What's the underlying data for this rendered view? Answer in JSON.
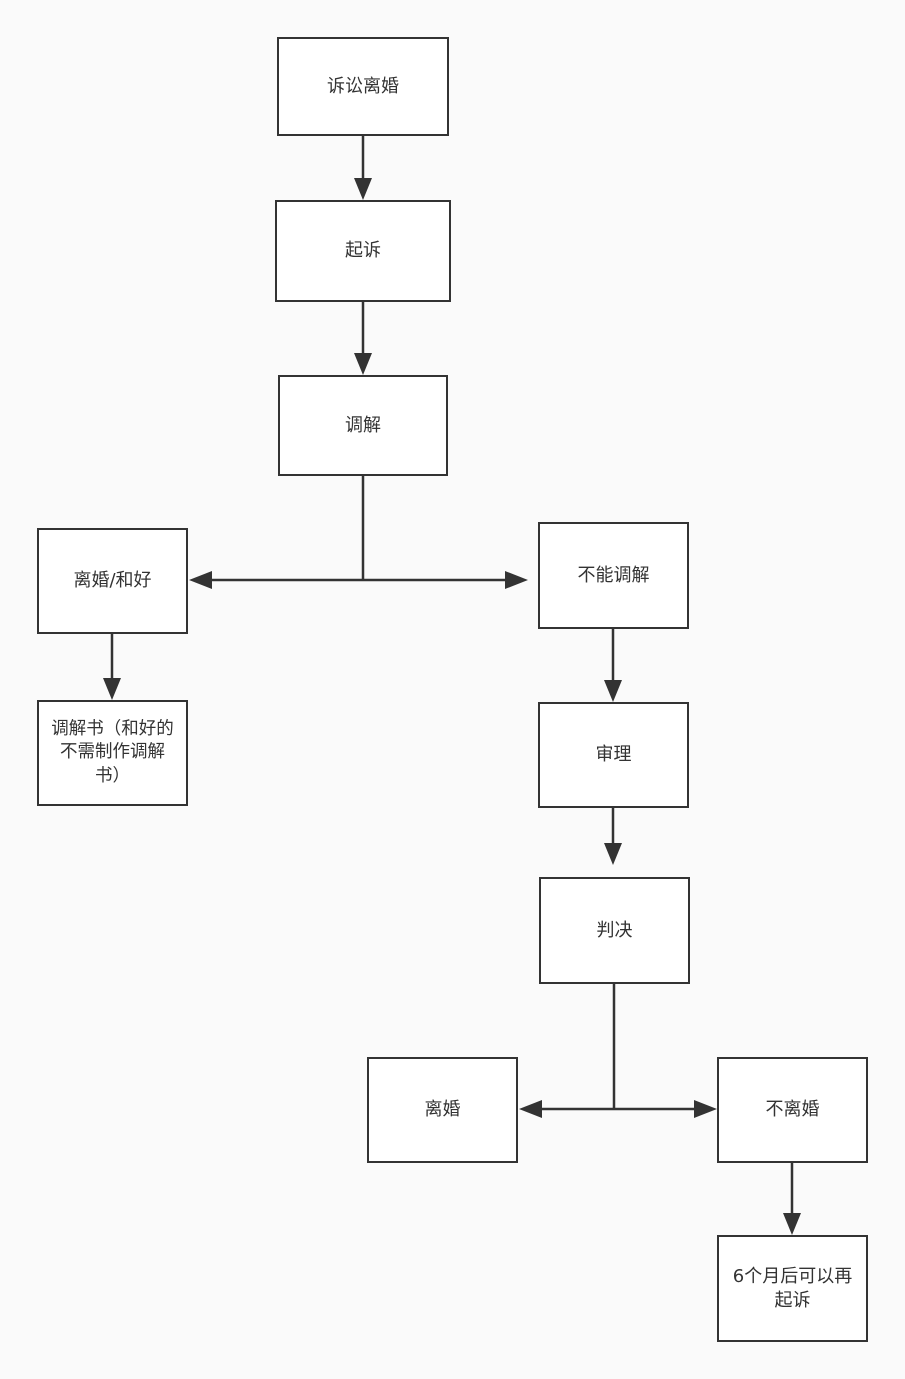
{
  "diagram": {
    "colors": {
      "stroke": "#333333",
      "text": "#333333",
      "node_fill": "#ffffff",
      "background": "#fafafa"
    },
    "nodes": {
      "start": "诉讼离婚",
      "sue": "起诉",
      "mediate": "调解",
      "reconcile": "离婚/和好",
      "mediation_doc": "调解书（和好的不需制作调解书）",
      "cannot_mediate": "不能调解",
      "trial": "审理",
      "verdict": "判决",
      "divorce": "离婚",
      "no_divorce": "不离婚",
      "resue": "6个月后可以再起诉"
    },
    "edges": [
      {
        "from": "start",
        "to": "sue"
      },
      {
        "from": "sue",
        "to": "mediate"
      },
      {
        "from": "mediate",
        "to": "reconcile"
      },
      {
        "from": "mediate",
        "to": "cannot_mediate"
      },
      {
        "from": "reconcile",
        "to": "mediation_doc"
      },
      {
        "from": "cannot_mediate",
        "to": "trial"
      },
      {
        "from": "trial",
        "to": "verdict"
      },
      {
        "from": "verdict",
        "to": "divorce"
      },
      {
        "from": "verdict",
        "to": "no_divorce"
      },
      {
        "from": "no_divorce",
        "to": "resue"
      }
    ]
  }
}
